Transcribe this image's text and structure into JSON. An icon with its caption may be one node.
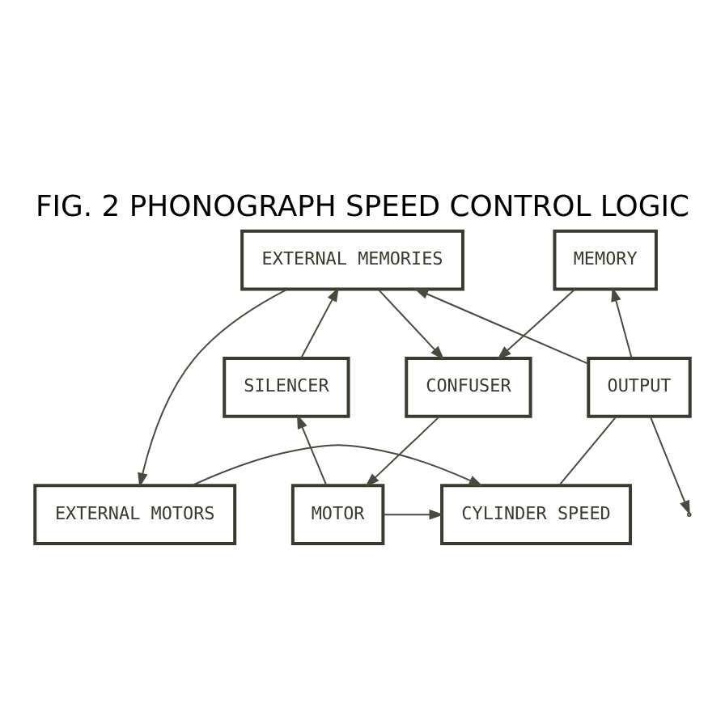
{
  "diagram": {
    "title": "FIG. 2 PHONOGRAPH SPEED CONTROL LOGIC",
    "nodes": [
      {
        "text": [
          "EXTERNAL MEMORIES"
        ]
      },
      {
        "text": [
          "MEMORY"
        ]
      },
      {
        "text": [
          "SILENCER"
        ]
      },
      {
        "text": [
          "CONFUSER"
        ]
      },
      {
        "text": [
          "OUTPUT"
        ]
      },
      {
        "text": [
          "EXTERNAL MOTORS"
        ]
      },
      {
        "text": [
          "MOTOR"
        ]
      },
      {
        "text": [
          "CYLINDER SPEED"
        ]
      }
    ],
    "edges": [
      {
        "from": 4,
        "to": 0,
        "arrow": "to"
      },
      {
        "from": 4,
        "to": 1,
        "arrow": "to"
      },
      {
        "from": 0,
        "to": 3,
        "arrow": "to"
      },
      {
        "from": 1,
        "to": 3,
        "arrow": "to"
      },
      {
        "from": 2,
        "to": 0,
        "arrow": "to"
      },
      {
        "from": 0,
        "to": 5,
        "arrow": "to"
      },
      {
        "from": 3,
        "to": 6,
        "arrow": "to"
      },
      {
        "from": 6,
        "to": 2,
        "arrow": "to"
      },
      {
        "from": 6,
        "to": 7,
        "arrow": "to"
      },
      {
        "from": 5,
        "to": 7,
        "arrow": "to"
      },
      {
        "from": 7,
        "to": 4,
        "arrow": "none"
      },
      {
        "from": 4,
        "to": null,
        "arrow": "to"
      }
    ]
  }
}
